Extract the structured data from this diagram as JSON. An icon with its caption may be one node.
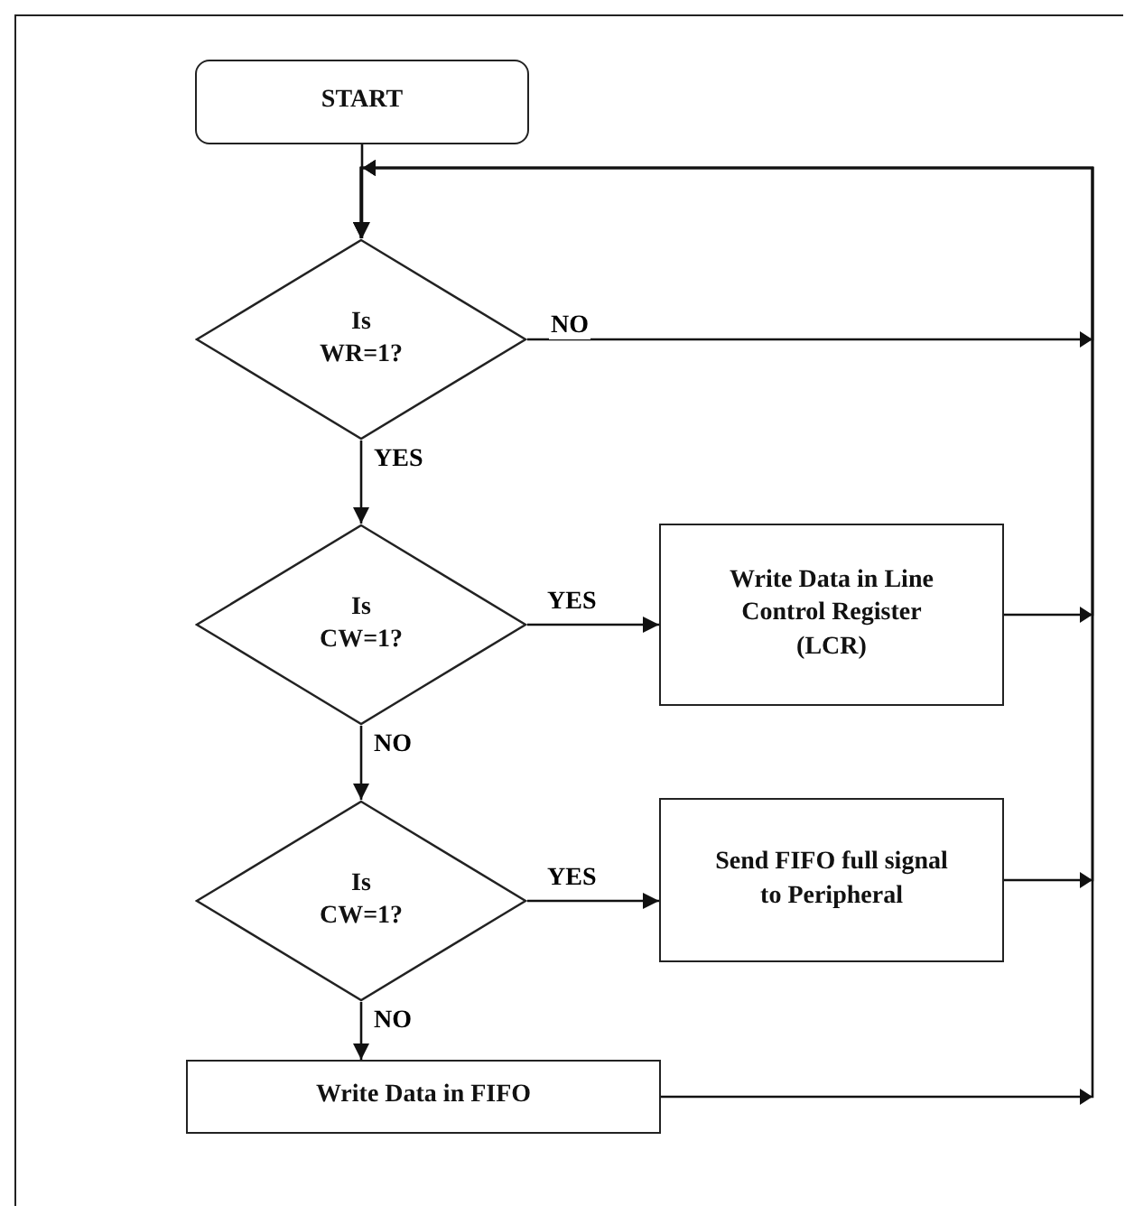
{
  "diagram": {
    "nodes": [
      {
        "text": [
          "START"
        ]
      },
      {
        "text": [
          "Is WR=1?"
        ]
      },
      {
        "text": [
          "Is CW=1?"
        ]
      },
      {
        "text": [
          "Write Data in Line Control Register (LCR)"
        ]
      },
      {
        "text": [
          "Is CW=1?"
        ]
      },
      {
        "text": [
          "Send FIFO full signal to Peripheral"
        ]
      },
      {
        "text": [
          "Write Data in FIFO"
        ]
      }
    ],
    "edges": [
      {
        "from": 0,
        "to": 1,
        "arrow": "to"
      },
      {
        "from": 1,
        "to": 2,
        "arrow": "to",
        "label": "YES"
      },
      {
        "from": 2,
        "to": 3,
        "arrow": "to",
        "label": "YES"
      },
      {
        "from": 2,
        "to": 4,
        "arrow": "to",
        "label": "NO"
      },
      {
        "from": 4,
        "to": 5,
        "arrow": "to",
        "label": "YES"
      },
      {
        "from": 4,
        "to": 6,
        "arrow": "to",
        "label": "NO"
      },
      {
        "from": 1,
        "to": 1,
        "arrow": "to",
        "label": "NO"
      },
      {
        "from": 3,
        "to": 1,
        "arrow": "to"
      },
      {
        "from": 5,
        "to": 1,
        "arrow": "to"
      },
      {
        "from": 6,
        "to": 1,
        "arrow": "to"
      }
    ]
  }
}
